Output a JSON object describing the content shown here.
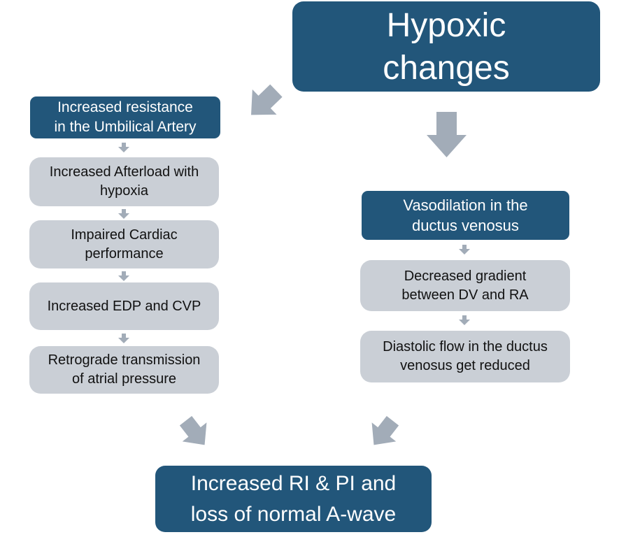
{
  "colors": {
    "node_blue": "#22567A",
    "node_gray": "#CACFD6",
    "arrow_gray": "#A2ACB8",
    "text_on_blue": "#FFFFFF",
    "text_on_gray": "#111111",
    "background": "#FFFFFF"
  },
  "root": {
    "label": "Hypoxic\nchanges"
  },
  "left_branch": {
    "header": "Increased resistance\nin the Umbilical Artery",
    "steps": [
      "Increased Afterload with\nhypoxia",
      "Impaired Cardiac\nperformance",
      "Increased EDP and CVP",
      "Retrograde transmission\nof atrial pressure"
    ]
  },
  "right_branch": {
    "header": "Vasodilation in the\nductus venosus",
    "steps": [
      "Decreased gradient\nbetween DV and RA",
      "Diastolic flow in the ductus\nvenosus get reduced"
    ]
  },
  "outcome": {
    "label": "Increased RI & PI and\nloss of normal A-wave"
  }
}
